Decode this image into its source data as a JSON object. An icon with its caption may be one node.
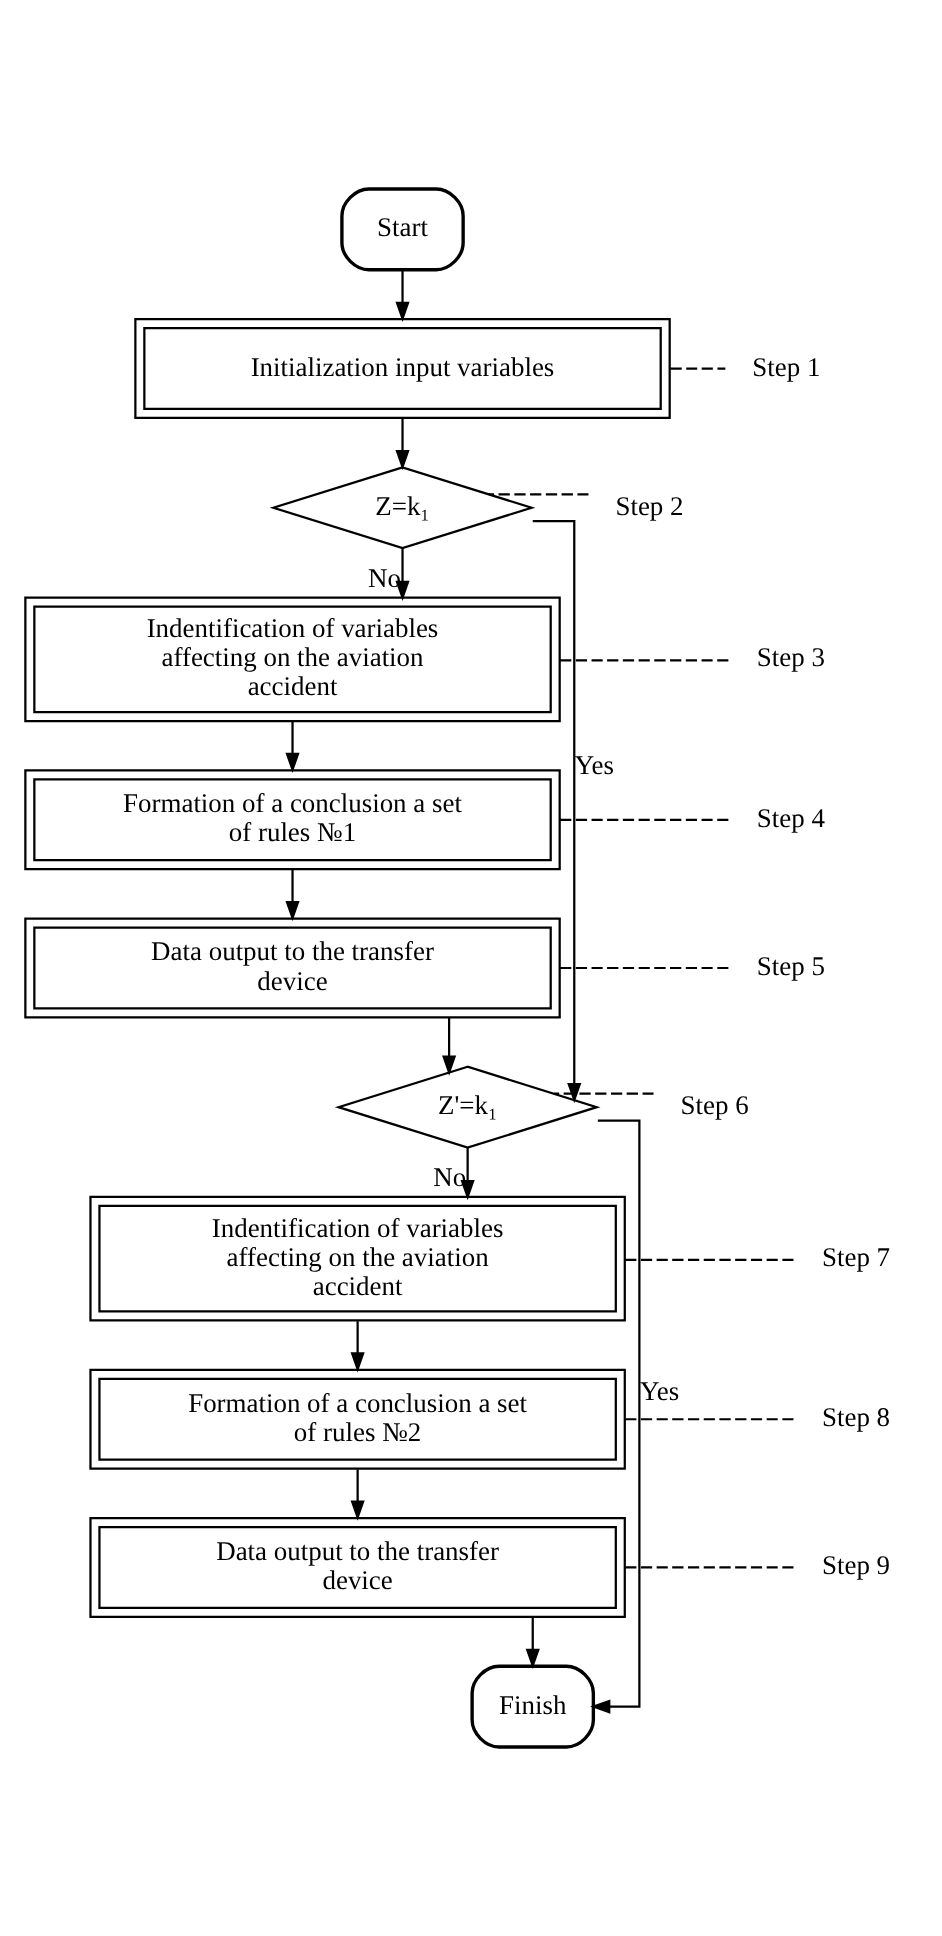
{
  "diagram": {
    "nodes": [
      {
        "text": [
          "Start"
        ]
      },
      {
        "text": [
          "Initialization input variables"
        ]
      },
      {
        "text": [
          "Z=k₁"
        ]
      },
      {
        "text": [
          "Indentification of variables affecting on the aviation accident"
        ]
      },
      {
        "text": [
          "Formation of a conclusion a set of rules №1"
        ]
      },
      {
        "text": [
          "Data output to the transfer device"
        ]
      },
      {
        "text": [
          "Z'=k₁"
        ]
      },
      {
        "text": [
          "Indentification of variables affecting on the aviation accident"
        ]
      },
      {
        "text": [
          "Formation of a conclusion a set of rules №2"
        ]
      },
      {
        "text": [
          "Data output to the transfer device"
        ]
      },
      {
        "text": [
          "Finish"
        ]
      },
      {
        "text": [
          "Step 1"
        ]
      },
      {
        "text": [
          "Step 2"
        ]
      },
      {
        "text": [
          "Step 3"
        ]
      },
      {
        "text": [
          "Step 4"
        ]
      },
      {
        "text": [
          "Step 5"
        ]
      },
      {
        "text": [
          "Step 6"
        ]
      },
      {
        "text": [
          "Step 7"
        ]
      },
      {
        "text": [
          "Step 8"
        ]
      },
      {
        "text": [
          "Step 9"
        ]
      }
    ],
    "edges": [
      {
        "from": 0,
        "to": 1,
        "arrow": "to"
      },
      {
        "from": 1,
        "to": 2,
        "arrow": "to"
      },
      {
        "from": 2,
        "to": 3,
        "arrow": "to",
        "label": "No"
      },
      {
        "from": 3,
        "to": 4,
        "arrow": "to"
      },
      {
        "from": 4,
        "to": 5,
        "arrow": "to"
      },
      {
        "from": 5,
        "to": 6,
        "arrow": "to"
      },
      {
        "from": 2,
        "to": 6,
        "arrow": "to",
        "label": "Yes"
      },
      {
        "from": 6,
        "to": 7,
        "arrow": "to",
        "label": "No"
      },
      {
        "from": 7,
        "to": 8,
        "arrow": "to"
      },
      {
        "from": 8,
        "to": 9,
        "arrow": "to"
      },
      {
        "from": 9,
        "to": 10,
        "arrow": "to"
      },
      {
        "from": 6,
        "to": 10,
        "arrow": "to",
        "label": "Yes"
      },
      {
        "from": 1,
        "to": 11,
        "arrow": "none",
        "style": "dashed"
      },
      {
        "from": 12,
        "to": 2,
        "arrow": "none",
        "style": "dashed"
      },
      {
        "from": 3,
        "to": 13,
        "arrow": "none",
        "style": "dashed"
      },
      {
        "from": 4,
        "to": 14,
        "arrow": "none",
        "style": "dashed"
      },
      {
        "from": 5,
        "to": 15,
        "arrow": "none",
        "style": "dashed"
      },
      {
        "from": 16,
        "to": 6,
        "arrow": "none",
        "style": "dashed"
      },
      {
        "from": 7,
        "to": 17,
        "arrow": "none",
        "style": "dashed"
      },
      {
        "from": 8,
        "to": 18,
        "arrow": "none",
        "style": "dashed"
      },
      {
        "from": 9,
        "to": 19,
        "arrow": "none",
        "style": "dashed"
      }
    ]
  }
}
